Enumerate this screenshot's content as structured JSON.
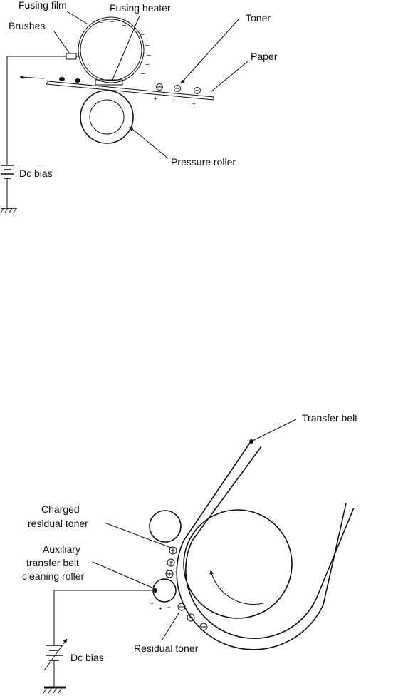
{
  "fuser": {
    "labels": {
      "fusing_film": "Fusing film",
      "fusing_heater": "Fusing heater",
      "brushes": "Brushes",
      "toner": "Toner",
      "paper": "Paper",
      "pressure_roller": "Pressure roller",
      "dc_bias": "Dc bias"
    }
  },
  "belt": {
    "labels": {
      "transfer_belt": "Transfer belt",
      "charged_residual_toner_1": "Charged",
      "charged_residual_toner_2": "residual toner",
      "aux_roller_1": "Auxiliary",
      "aux_roller_2": "transfer belt",
      "aux_roller_3": "cleaning roller",
      "residual_toner": "Residual toner",
      "dc_bias": "Dc bias"
    }
  },
  "symbols": {
    "minus": "–",
    "plus": "+"
  }
}
